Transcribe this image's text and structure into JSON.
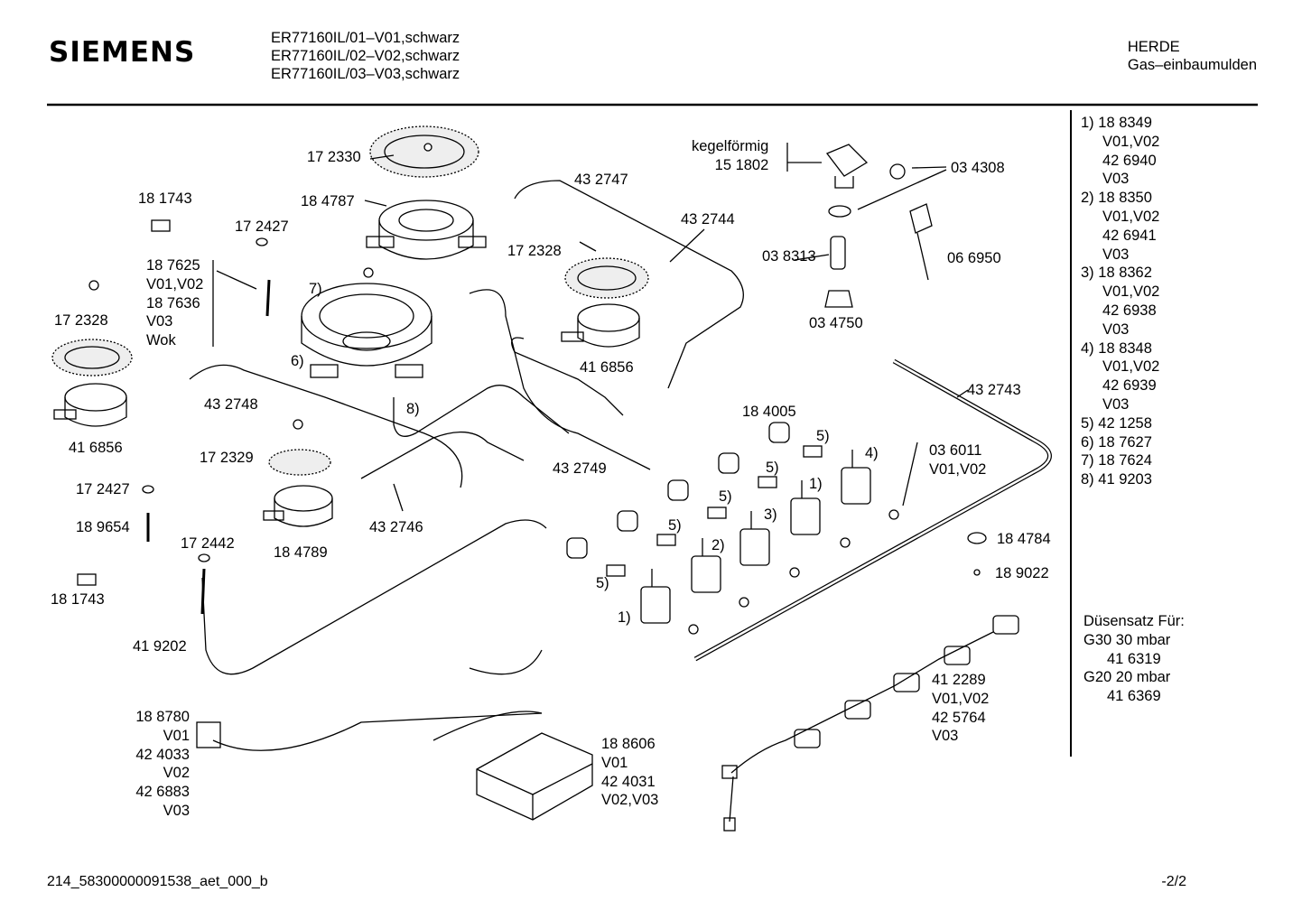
{
  "header": {
    "brand": "SIEMENS",
    "models": [
      "ER77160IL/01–V01,schwarz",
      "ER77160IL/02–V02,schwarz",
      "ER77160IL/03–V03,schwarz"
    ],
    "category": [
      "HERDE",
      "Gas–einbaumulden"
    ]
  },
  "parts_list": [
    {
      "key": "1)",
      "lines": [
        "18 8349",
        "V01,V02",
        "42 6940",
        "V03"
      ]
    },
    {
      "key": "2)",
      "lines": [
        "18 8350",
        "V01,V02",
        "42 6941",
        "V03"
      ]
    },
    {
      "key": "3)",
      "lines": [
        "18 8362",
        "V01,V02",
        "42 6938",
        "V03"
      ]
    },
    {
      "key": "4)",
      "lines": [
        "18 8348",
        "V01,V02",
        "42 6939",
        "V03"
      ]
    },
    {
      "key": "5)",
      "lines": [
        "42 1258"
      ]
    },
    {
      "key": "6)",
      "lines": [
        "18 7627"
      ]
    },
    {
      "key": "7)",
      "lines": [
        "18 7624"
      ]
    },
    {
      "key": "8)",
      "lines": [
        "41 9203"
      ]
    }
  ],
  "nozzle_set": {
    "title": "Düsensatz Für:",
    "rows": [
      {
        "gas": "G30  30 mbar",
        "part": "41 6319"
      },
      {
        "gas": "G20  20 mbar",
        "part": "41 6369"
      }
    ]
  },
  "callouts": {
    "c172330": "17 2330",
    "c184787": "18 4787",
    "c181743a": "18 1743",
    "c172427a": "17 2427",
    "c187625": [
      "18 7625",
      "V01,V02",
      "18 7636",
      "V03",
      "Wok"
    ],
    "c172328a": "17 2328",
    "c416856a": "41 6856",
    "c432748": "43 2748",
    "c172329": "17 2329",
    "c184789": "18 4789",
    "c172427b": "17 2427",
    "c189654": "18 9654",
    "c181743b": "18 1743",
    "c172442": "17 2442",
    "c419202": "41 9202",
    "c432746": "43 2746",
    "c432749": "43 2749",
    "c432747": "43 2747",
    "c432744": "43 2744",
    "c172328b": "17 2328",
    "c416856b": "41 6856",
    "kegel": [
      "kegelförmig",
      "15 1802"
    ],
    "c034308": "03 4308",
    "c038313": "03 8313",
    "c066950": "06 6950",
    "c034750": "03 4750",
    "c432743": "43 2743",
    "c184005": "18 4005",
    "c036011": [
      "03 6011",
      "V01,V02"
    ],
    "c184784": "18 4784",
    "c189022": "18 9022",
    "c412289": [
      "41 2289",
      "V01,V02",
      "42 5764",
      "V03"
    ],
    "c188780": [
      "18 8780",
      "V01",
      "42 4033",
      "V02",
      "42 6883",
      "V03"
    ],
    "c188606": [
      "18 8606",
      "V01",
      "42 4031",
      "V02,V03"
    ],
    "k7": "7)",
    "k6": "6)",
    "k8": "8)",
    "k5a": "5)",
    "k5b": "5)",
    "k5c": "5)",
    "k5d": "5)",
    "k5e": "5)",
    "k4": "4)",
    "k1a": "1)",
    "k3": "3)",
    "k2": "2)",
    "k1b": "1)"
  },
  "footer": {
    "doc_id": "214_58300000091538_aet_000_b",
    "page": "-2/2"
  }
}
